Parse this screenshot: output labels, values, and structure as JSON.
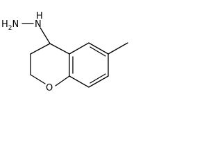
{
  "structure": {
    "labels": {
      "hydrazinyl": "H2N",
      "hydrazinyl_nh": "H",
      "hydrazinyl_n": "N",
      "ring_oxygen": "O"
    }
  }
}
